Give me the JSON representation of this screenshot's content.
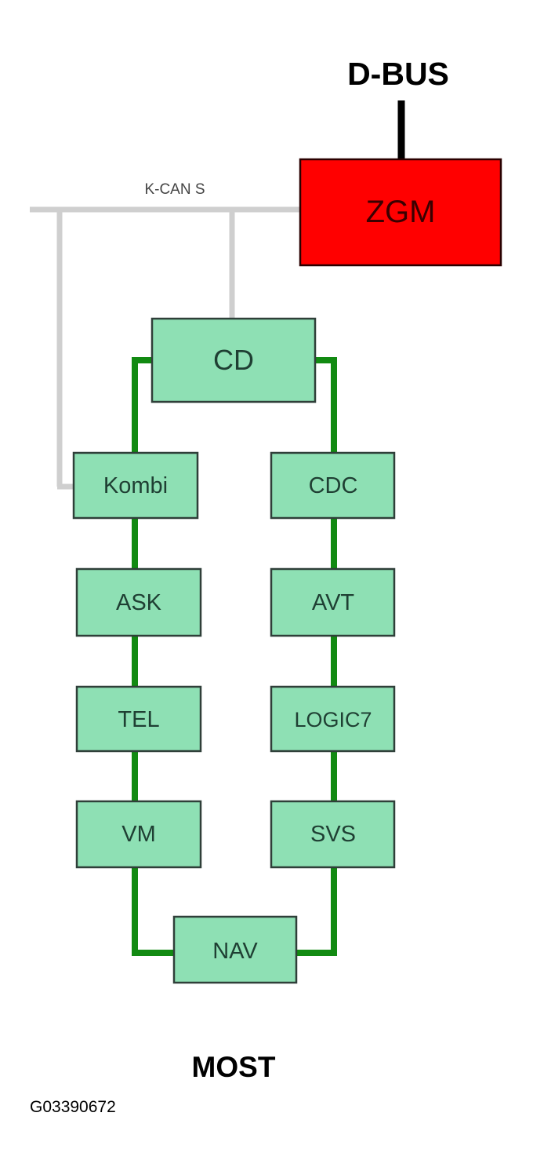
{
  "diagram": {
    "top_bus_label": "D-BUS",
    "kcan_label": "K-CAN S",
    "gateway_label": "ZGM",
    "ring_label": "MOST",
    "figure_id": "G03390672",
    "modules": {
      "cd": "CD",
      "kombi": "Kombi",
      "cdc": "CDC",
      "ask": "ASK",
      "avt": "AVT",
      "tel": "TEL",
      "logic7": "LOGIC7",
      "vm": "VM",
      "svs": "SVS",
      "nav": "NAV"
    },
    "colors": {
      "gateway": "#ff0000",
      "module": "#8ee0b4",
      "most_ring": "#128a12",
      "kcan_line": "#cfcfcf",
      "dbus_line": "#000000"
    }
  }
}
